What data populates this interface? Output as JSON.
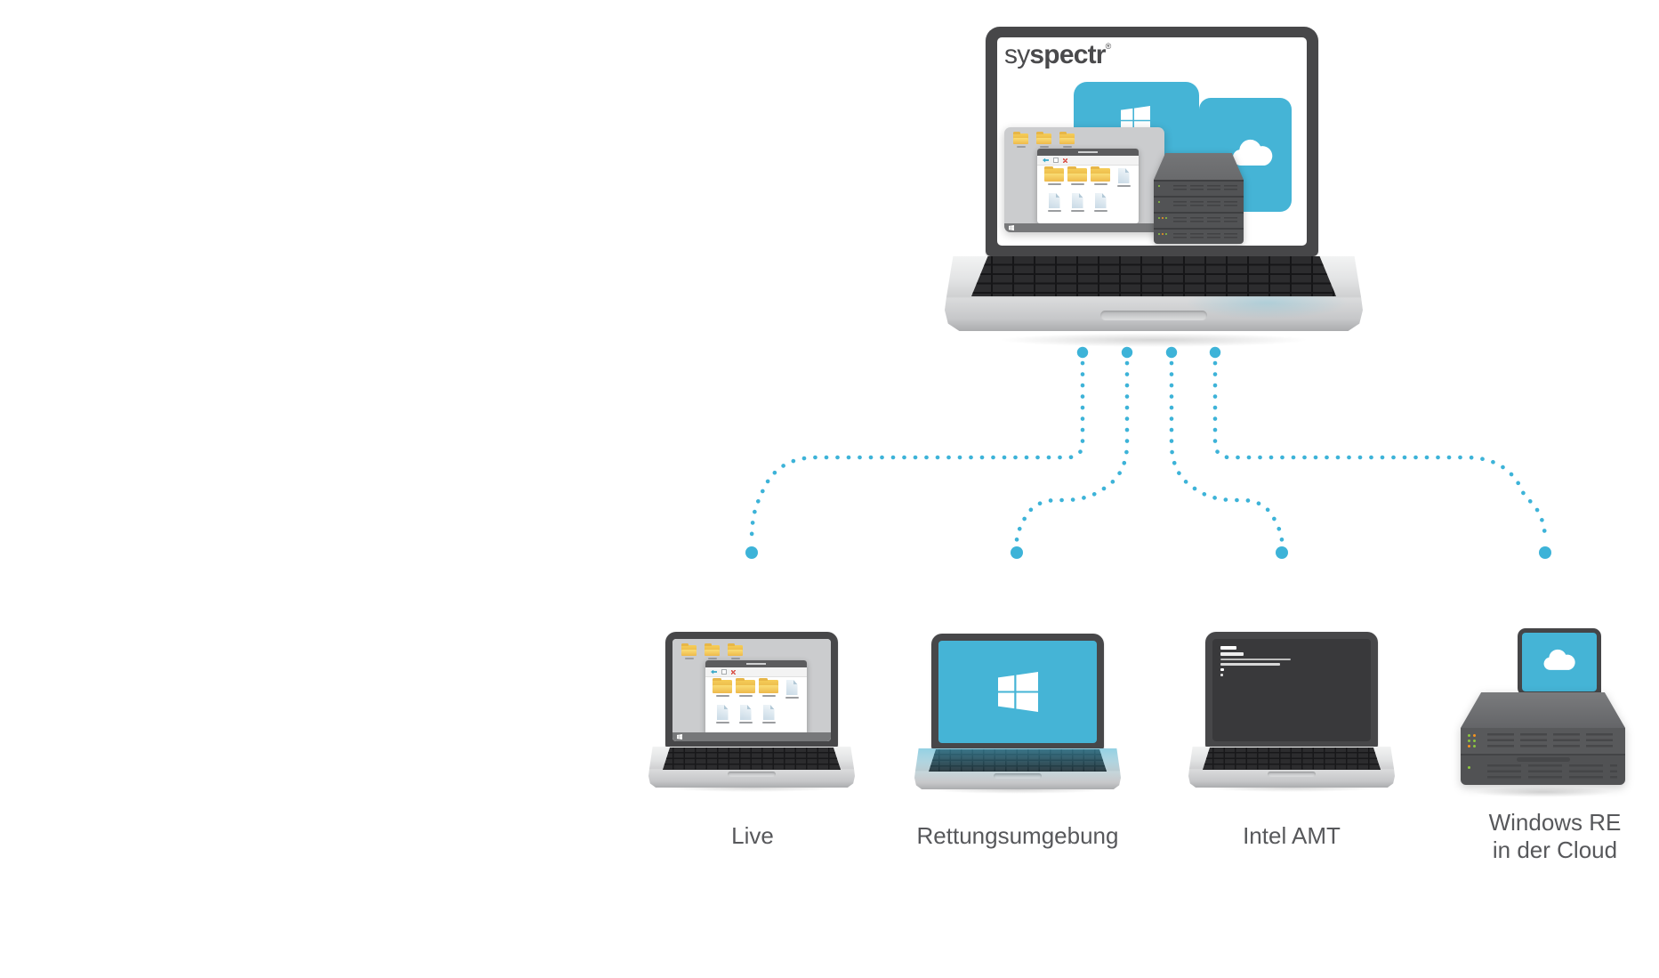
{
  "page": {
    "background": "#ffffff"
  },
  "logo": {
    "light": "sy",
    "bold": "spectr",
    "registered_mark": "®"
  },
  "hub": {
    "name": "syspectr-laptop",
    "screen_elements": [
      "windows-tile",
      "cloud-tile",
      "file-explorer-desktop",
      "server-stack"
    ],
    "server_stack_units": 4
  },
  "devices": [
    {
      "id": "live",
      "label": "Live",
      "illustration": "laptop-with-file-explorer-desktop"
    },
    {
      "id": "rettungsumgebung",
      "label": "Rettungsumgebung",
      "illustration": "laptop-with-windows-logo-screen"
    },
    {
      "id": "intel-amt",
      "label": "Intel AMT",
      "illustration": "laptop-with-terminal-screen"
    },
    {
      "id": "windows-re-cloud",
      "label": "Windows RE in der Cloud",
      "label_lines": [
        "Windows RE",
        "in der Cloud"
      ],
      "illustration": "server-with-cloud-monitor"
    }
  ],
  "connections": [
    {
      "from": "syspectr-laptop",
      "to": "live",
      "style": "dotted"
    },
    {
      "from": "syspectr-laptop",
      "to": "rettungsumgebung",
      "style": "dotted"
    },
    {
      "from": "syspectr-laptop",
      "to": "intel-amt",
      "style": "dotted"
    },
    {
      "from": "syspectr-laptop",
      "to": "windows-re-cloud",
      "style": "dotted"
    }
  ],
  "colors": {
    "accent_cyan": "#45b4d6",
    "dot_cyan": "#3db3d8",
    "bezel_gray": "#474749",
    "label_text": "#57585b",
    "desktop_gray": "#cbccce",
    "folder_yellow": "#f0c455",
    "server_gray": "#58595b",
    "keyboard_black": "#2a2a2c",
    "led_green": "#8cc63f",
    "led_orange": "#f7941e"
  }
}
